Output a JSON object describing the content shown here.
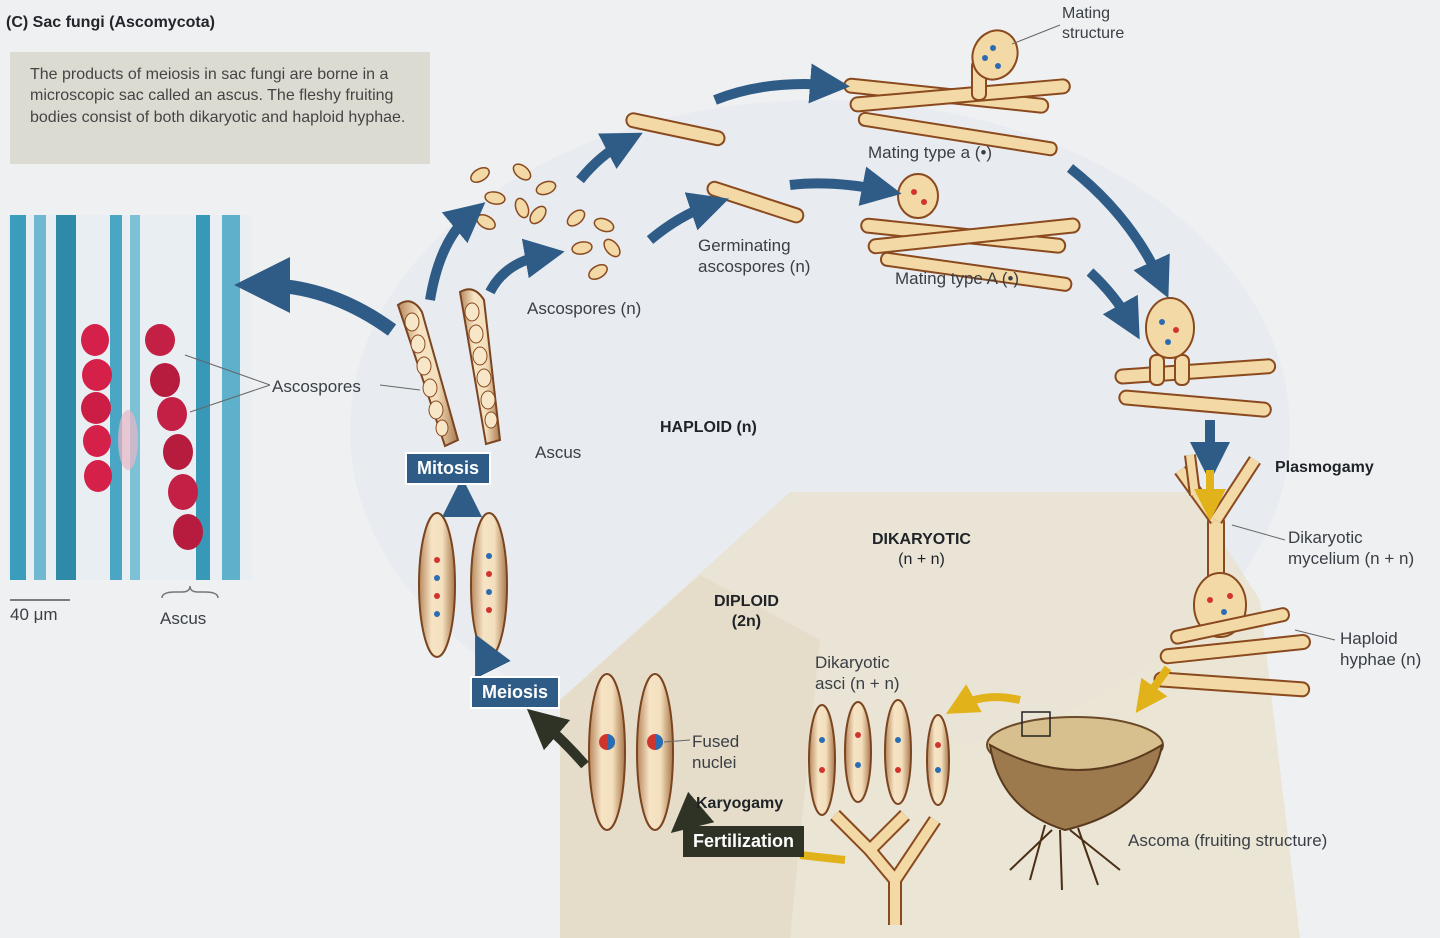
{
  "title": "(C) Sac fungi (Ascomycota)",
  "caption": "The products of meiosis in sac fungi are borne in a microscopic sac called an ascus. The fleshy fruiting bodies consist of both dikaryotic and haploid hyphae.",
  "micrograph": {
    "scale_bar": "40 μm",
    "ascus_label": "Ascus",
    "ascospores_label": "Ascospores"
  },
  "labels": {
    "mating_structure": [
      "Mating",
      "structure"
    ],
    "mating_type_a": "Mating type a (•)",
    "mating_type_A": "Mating type A (•)",
    "germinating": [
      "Germinating",
      "ascospores (n)"
    ],
    "ascospores_n": "Ascospores (n)",
    "ascus": "Ascus",
    "haploid": "HAPLOID (n)",
    "plasmogamy": "Plasmogamy",
    "dikaryotic_mycelium": [
      "Dikaryotic",
      "mycelium (n + n)"
    ],
    "haploid_hyphae": [
      "Haploid",
      "hyphae (n)"
    ],
    "dikaryotic": [
      "DIKARYOTIC",
      "(n + n)"
    ],
    "diploid": [
      "DIPLOID",
      "(2n)"
    ],
    "dikaryotic_asci": [
      "Dikaryotic",
      "asci (n + n)"
    ],
    "fused_nuclei": [
      "Fused",
      "nuclei"
    ],
    "karyogamy": "Karyogamy",
    "ascoma": "Ascoma (fruiting structure)"
  },
  "boxes": {
    "mitosis": "Mitosis",
    "meiosis": "Meiosis",
    "fertilization": "Fertilization"
  },
  "colors": {
    "arrow_blue": "#2f5c86",
    "arrow_yellow": "#e2b21b",
    "arrow_dark": "#2f3325",
    "hypha_fill": "#f1d9a8",
    "hypha_stroke": "#8a4a1e",
    "nucleus_blue": "#2b6db3",
    "nucleus_red": "#d0342c",
    "stain_cyan": "#2a8fb0",
    "stain_magenta": "#d5204a"
  }
}
